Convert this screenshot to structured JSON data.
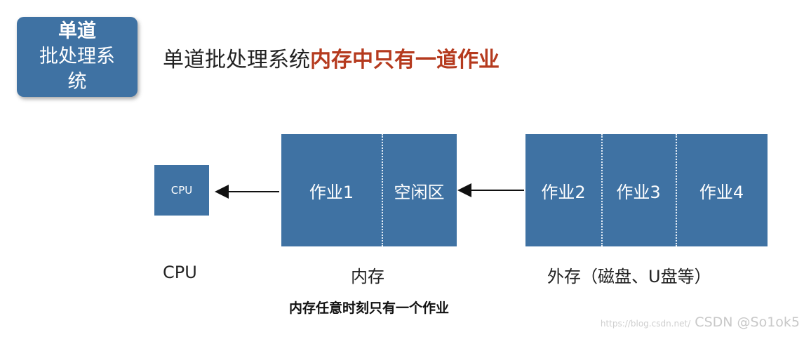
{
  "title_box": {
    "line1": "单道",
    "line2": "批处理系",
    "line3": "统"
  },
  "headline": {
    "prefix": "单道批处理系统",
    "accent": "内存中只有一道作业"
  },
  "diagram": {
    "cpu_box_text": "CPU",
    "memory_cells": [
      "作业1",
      "空闲区"
    ],
    "external_cells": [
      "作业2",
      "作业3",
      "作业4"
    ],
    "labels": {
      "cpu": "CPU",
      "memory": "内存",
      "external": "外存（磁盘、U盘等）"
    },
    "note": "内存任意时刻只有一个作业"
  },
  "watermark": {
    "url": "https://blog.csdn.net/",
    "brand": "CSDN @So1ok5"
  },
  "colors": {
    "block_blue": "#3f72a3",
    "accent_red": "#b53a1e"
  }
}
